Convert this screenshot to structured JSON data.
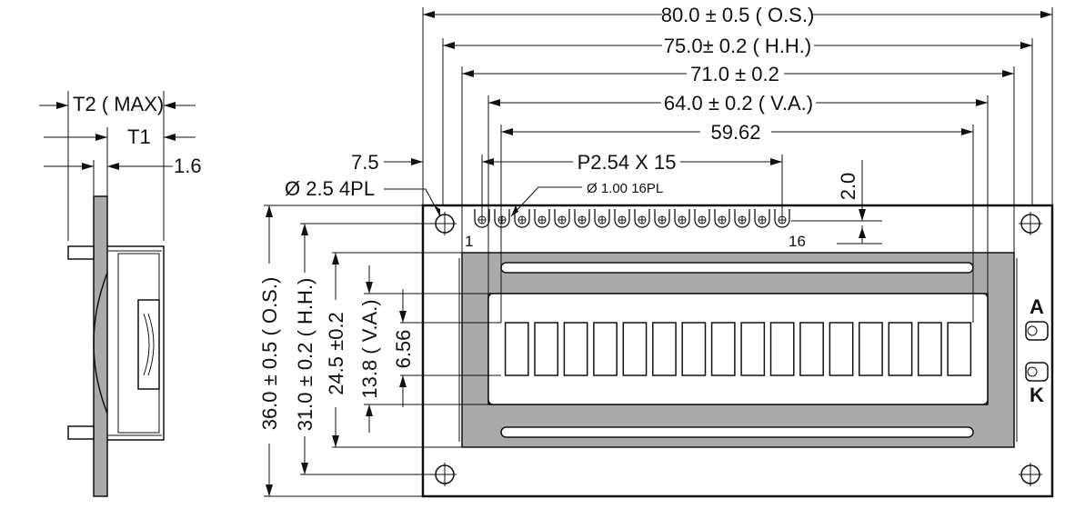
{
  "dimensions": {
    "os_width": "80.0 ± 0.5 ( O.S.)",
    "hh_width": "75.0± 0.2 ( H.H.)",
    "pcb_width": "71.0 ± 0.2",
    "va_width": "64.0 ± 0.2 ( V.A.)",
    "aa_width": "59.62",
    "pin_pitch": "P2.54 X 15",
    "hole_offset": "7.5",
    "mount_hole": "Ø 2.5  4PL",
    "pin_hole": "Ø 1.00  16PL",
    "pin_gap": "2.0",
    "pin_first": "1",
    "pin_last": "16",
    "os_height": "36.0 ± 0.5 ( O.S.)",
    "hh_height": "31.0 ± 0.2 ( H.H.)",
    "pcb_height": "24.5 ±0.2",
    "va_height": "13.8 ( V.A.)",
    "aa_height": "6.56"
  },
  "side_view": {
    "t2": "T2 ( MAX)",
    "t1": "T1",
    "pcb_thickness": "1.6"
  },
  "backlight": {
    "anode": "A",
    "cathode": "K"
  },
  "display": {
    "columns": 16,
    "pins": 16
  }
}
